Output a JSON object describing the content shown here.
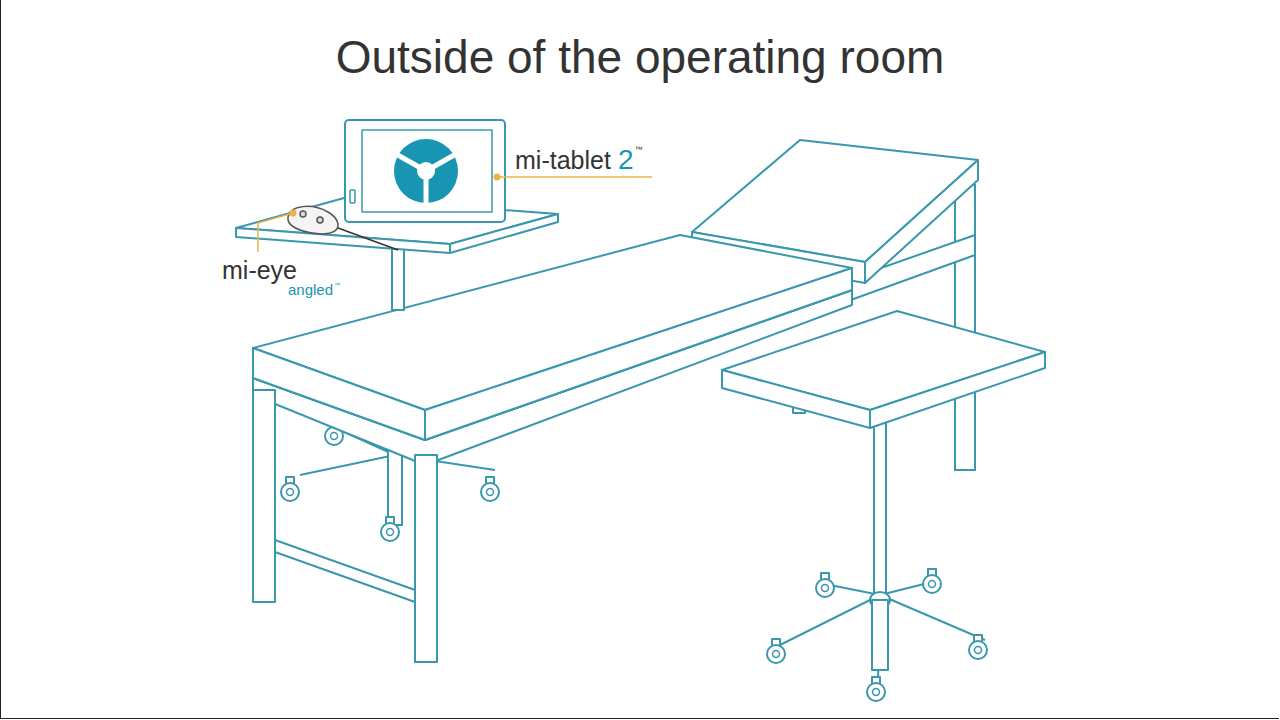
{
  "diagram": {
    "title": "Outside of the operating room",
    "labels": [
      "mi-tablet",
      "2",
      "™",
      "mi-eye",
      "angled",
      "™"
    ]
  }
}
